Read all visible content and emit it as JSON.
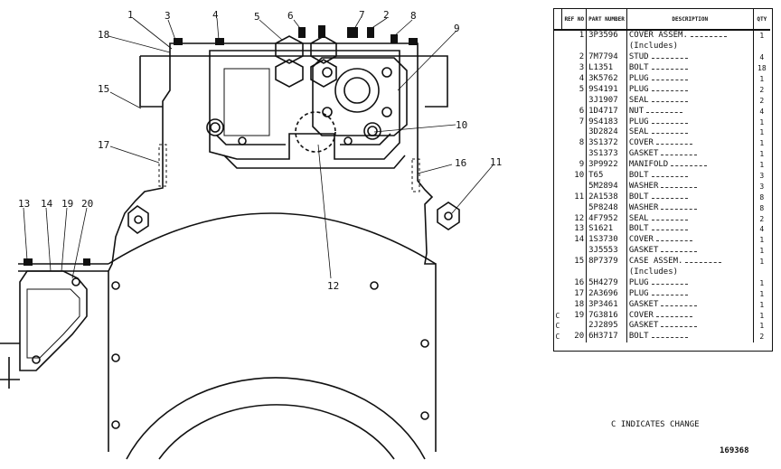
{
  "callouts": [
    "1",
    "3",
    "4",
    "5",
    "6",
    "7",
    "2",
    "8",
    "9",
    "10",
    "11",
    "12",
    "13",
    "14",
    "19",
    "20",
    "15",
    "16",
    "17",
    "18"
  ],
  "table": {
    "headers": {
      "ref": "REF NO",
      "part": "PART NUMBER",
      "desc": "DESCRIPTION",
      "qty": "QTY"
    },
    "rows": [
      {
        "c": "",
        "ref": "1",
        "part": "3P3596",
        "desc": "COVER ASSEM.",
        "qty": "1"
      },
      {
        "c": "",
        "ref": "",
        "part": "",
        "desc": "(Includes)",
        "qty": ""
      },
      {
        "c": "",
        "ref": "2",
        "part": "7M7794",
        "desc": "STUD",
        "qty": "4"
      },
      {
        "c": "",
        "ref": "3",
        "part": "L1351",
        "desc": "BOLT",
        "qty": "18"
      },
      {
        "c": "",
        "ref": "4",
        "part": "3K5762",
        "desc": "PLUG",
        "qty": "1"
      },
      {
        "c": "",
        "ref": "5",
        "part": "9S4191",
        "desc": "PLUG",
        "qty": "2"
      },
      {
        "c": "",
        "ref": "",
        "part": "3J1907",
        "desc": "SEAL",
        "qty": "2"
      },
      {
        "c": "",
        "ref": "6",
        "part": "1D4717",
        "desc": "NUT",
        "qty": "4"
      },
      {
        "c": "",
        "ref": "7",
        "part": "9S4183",
        "desc": "PLUG",
        "qty": "1"
      },
      {
        "c": "",
        "ref": "",
        "part": "3D2824",
        "desc": "SEAL",
        "qty": "1"
      },
      {
        "c": "",
        "ref": "8",
        "part": "3S1372",
        "desc": "COVER",
        "qty": "1"
      },
      {
        "c": "",
        "ref": "",
        "part": "3S1373",
        "desc": "GASKET",
        "qty": "1"
      },
      {
        "c": "",
        "ref": "9",
        "part": "3P9922",
        "desc": "MANIFOLD",
        "qty": "1"
      },
      {
        "c": "",
        "ref": "10",
        "part": "T65",
        "desc": "BOLT",
        "qty": "3"
      },
      {
        "c": "",
        "ref": "",
        "part": "5M2894",
        "desc": "WASHER",
        "qty": "3"
      },
      {
        "c": "",
        "ref": "11",
        "part": "2A1538",
        "desc": "BOLT",
        "qty": "8"
      },
      {
        "c": "",
        "ref": "",
        "part": "5P8248",
        "desc": "WASHER",
        "qty": "8"
      },
      {
        "c": "",
        "ref": "12",
        "part": "4F7952",
        "desc": "SEAL",
        "qty": "2"
      },
      {
        "c": "",
        "ref": "13",
        "part": "S1621",
        "desc": "BOLT",
        "qty": "4"
      },
      {
        "c": "",
        "ref": "14",
        "part": "1S3730",
        "desc": "COVER",
        "qty": "1"
      },
      {
        "c": "",
        "ref": "",
        "part": "3J5553",
        "desc": "GASKET",
        "qty": "1"
      },
      {
        "c": "",
        "ref": "15",
        "part": "8P7379",
        "desc": "CASE ASSEM.",
        "qty": "1"
      },
      {
        "c": "",
        "ref": "",
        "part": "",
        "desc": "(Includes)",
        "qty": ""
      },
      {
        "c": "",
        "ref": "16",
        "part": "5H4279",
        "desc": "PLUG",
        "qty": "1"
      },
      {
        "c": "",
        "ref": "17",
        "part": "2A3696",
        "desc": "PLUG",
        "qty": "1"
      },
      {
        "c": "",
        "ref": "18",
        "part": "3P3461",
        "desc": "GASKET",
        "qty": "1"
      },
      {
        "c": "C",
        "ref": "19",
        "part": "7G3816",
        "desc": "COVER",
        "qty": "1"
      },
      {
        "c": "C",
        "ref": "",
        "part": "2J2895",
        "desc": "GASKET",
        "qty": "1"
      },
      {
        "c": "C",
        "ref": "20",
        "part": "6H3717",
        "desc": "BOLT",
        "qty": "2"
      }
    ]
  },
  "change_note": "C INDICATES CHANGE",
  "drawing_number": "169368"
}
